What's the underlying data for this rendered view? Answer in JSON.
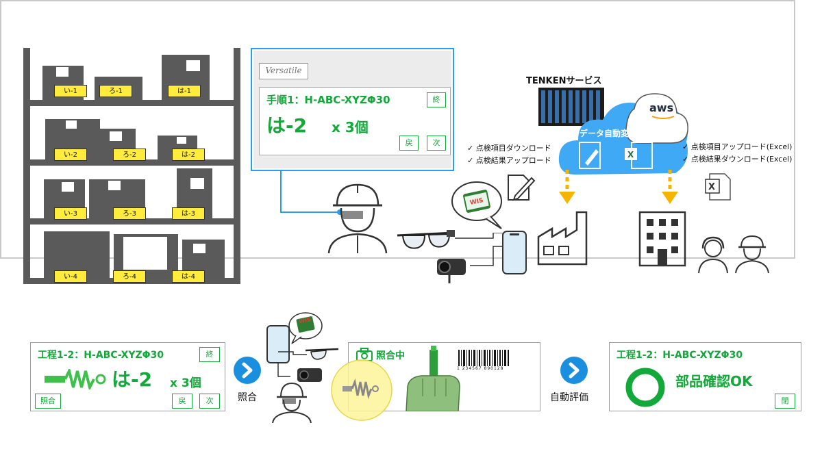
{
  "shelf": {
    "tags": [
      "い-1",
      "ろ-1",
      "は-1",
      "い-2",
      "ろ-2",
      "は-2",
      "い-3",
      "ろ-3",
      "は-3",
      "い-4",
      "ろ-4",
      "は-4"
    ]
  },
  "glasses_panel": {
    "brand": "Versatile",
    "step_title": "手順1：H-ABC-XYZΦ30",
    "location": "は-2",
    "quantity": "x 3個",
    "end_button": "終",
    "back_button": "戻",
    "next_button": "次"
  },
  "cloud": {
    "service_name": "TENKENサービス",
    "aws_label": "aws",
    "convert_label": "データ自動変換",
    "left_notes": [
      "✓ 点検項目ダウンロード",
      "✓ 点検結果アップロード"
    ],
    "right_notes": [
      "✓ 点検項目アップロード(Excel)",
      "✓ 点検結果ダウンロード(Excel)"
    ],
    "wis_label": "WIS"
  },
  "process_panel": {
    "title": "工程1-2：H-ABC-XYZΦ30",
    "location": "は-2",
    "quantity": "x 3個",
    "end_button": "終",
    "verify_button": "照合",
    "back_button": "戻",
    "next_button": "次"
  },
  "flow": {
    "verify_label": "照合",
    "auto_eval_label": "自動評価",
    "wis_label": "WIS"
  },
  "scan_panel": {
    "status": "照合中",
    "barcode_digits": "1  234567  890128"
  },
  "result_panel": {
    "title": "工程1-2：H-ABC-XYZΦ30",
    "message": "部品確認OK",
    "close_button": "閉"
  },
  "colors": {
    "accent_green": "#13a83a",
    "accent_blue": "#1a8fe0",
    "highlight_yellow": "#ffec3d",
    "cloud_blue": "#3fa9f5",
    "arrow_orange": "#f5b400"
  }
}
